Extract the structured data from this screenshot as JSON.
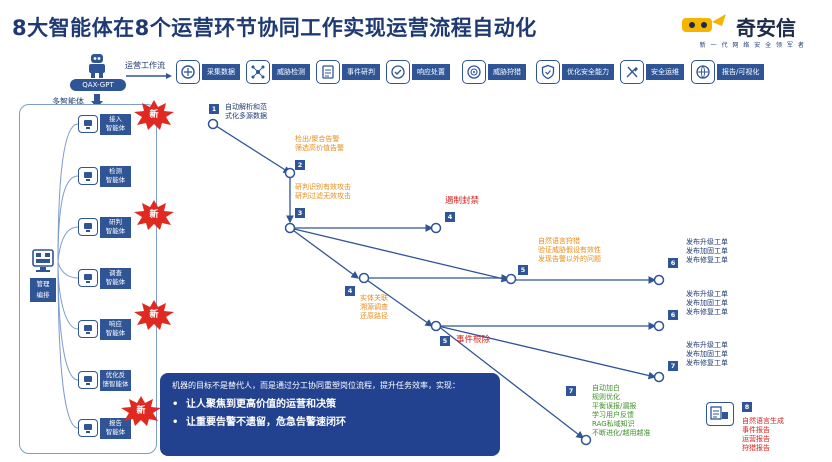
{
  "title": "8大智能体在8个运营环节协同工作实现运营流程自动化",
  "brand": {
    "name": "奇安信",
    "slogan": "新 一 代 网 络 安 全 领 军 者"
  },
  "header": {
    "qax_label": "QAX-GPT",
    "ops_label": "运营工作流",
    "agents_label": "多智能体"
  },
  "steps": [
    {
      "label": "采集数据",
      "icon": "data-collect-icon"
    },
    {
      "label": "威胁检测",
      "icon": "threat-detect-icon"
    },
    {
      "label": "事件研判",
      "icon": "event-analysis-icon"
    },
    {
      "label": "响应处置",
      "icon": "response-icon"
    },
    {
      "label": "威胁狩猎",
      "icon": "threat-hunt-icon"
    },
    {
      "label": "优化安全能力",
      "icon": "shield-icon"
    },
    {
      "label": "安全运维",
      "icon": "tools-icon"
    },
    {
      "label": "报告/可视化",
      "icon": "report-icon"
    }
  ],
  "agents": [
    {
      "label": "接入\n智能体",
      "new": true
    },
    {
      "label": "检测\n智能体",
      "new": false
    },
    {
      "label": "研判\n智能体",
      "new": true
    },
    {
      "label": "调查\n智能体",
      "new": false
    },
    {
      "label": "响应\n智能体",
      "new": true
    },
    {
      "label": "优化反\n馈智能体",
      "new": false
    },
    {
      "label": "报告\n智能体",
      "new": true
    }
  ],
  "new_label": "新",
  "management_label": "管理\n编排",
  "flow_notes": [
    {
      "num": "1",
      "text": "自动解析和范\n式化多源数据",
      "color": "dark"
    },
    {
      "num": "2",
      "text": "检出/聚合告警\n筛选高价值告警",
      "color": "orange"
    },
    {
      "num": "3",
      "text": "研判识别有效攻击\n研判过滤无效攻击",
      "color": "orange"
    },
    {
      "num": "4",
      "text": "遏制封禁",
      "color": "red"
    },
    {
      "num": "5",
      "text": "自然语言狩猎\n验证威胁假设有效性\n发现告警以外的问题",
      "color": "orange"
    },
    {
      "num": "6",
      "text": "发布升级工单\n发布加固工单\n发布修复工单",
      "color": "dark"
    },
    {
      "num": "4",
      "text": "实体关联\n溯源调查\n还原路径",
      "color": "orange"
    },
    {
      "num": "6",
      "text": "发布升级工单\n发布加固工单\n发布修复工单",
      "color": "dark"
    },
    {
      "num": "5",
      "text": "事件根除",
      "color": "red"
    },
    {
      "num": "7",
      "text": "发布升级工单\n发布加固工单\n发布修复工单",
      "color": "dark"
    },
    {
      "num": "7",
      "text": "自动加白\n规则优化\n平衡误报/漏报\n学习用户反馈\nRAG私域知识\n不断进化/越用越准",
      "color": "green"
    },
    {
      "num": "8",
      "text": "自然语言生成\n事件报告\n运营报告\n狩猎报告",
      "color": "red"
    }
  ],
  "callout": {
    "intro": "机器的目标不是替代人，而是通过分工协同重塑岗位流程，提升任务效率，实现：",
    "points": [
      "让人聚焦到更高价值的运营和决策",
      "让重要告警不遗留，危急告警速闭环"
    ]
  },
  "colors": {
    "primary": "#2f5597",
    "title": "#1f3a73",
    "orange": "#e98b16",
    "green": "#3f8f2a",
    "red": "#d5221c",
    "callout": "#22428f"
  }
}
